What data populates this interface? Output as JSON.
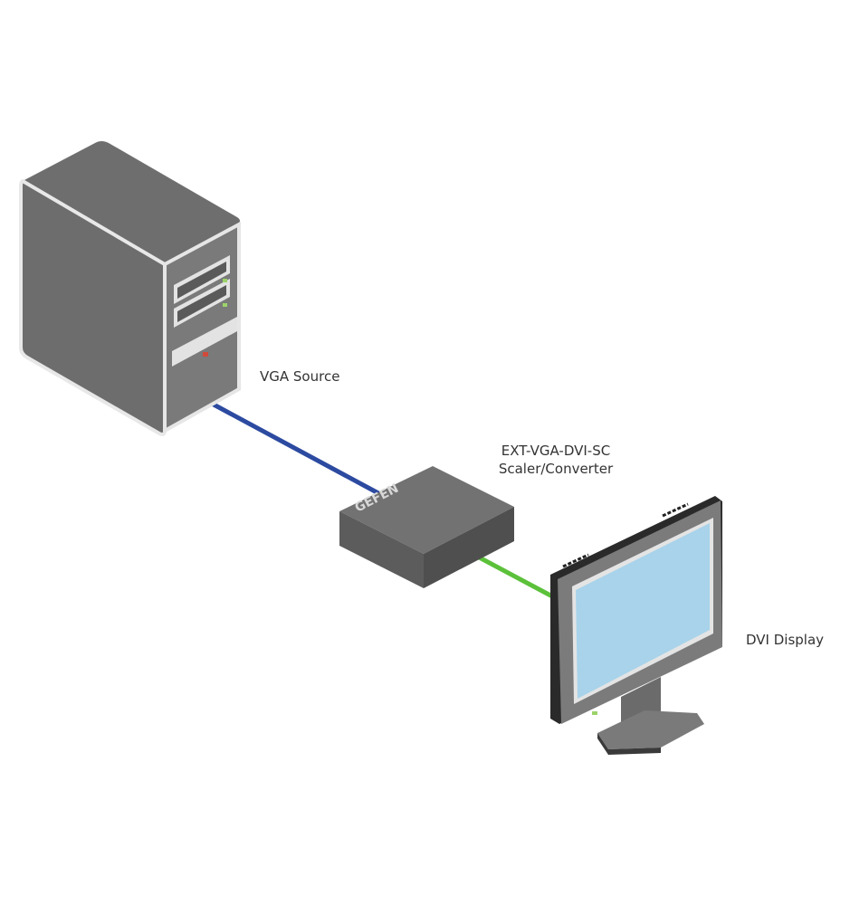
{
  "diagram": {
    "nodes": [
      {
        "id": "source",
        "label": "VGA Source",
        "type": "tower-computer"
      },
      {
        "id": "scaler",
        "label_line1": "EXT-VGA-DVI-SC",
        "label_line2": "Scaler/Converter",
        "brand": "GEFEN",
        "type": "scaler-box"
      },
      {
        "id": "display",
        "label": "DVI Display",
        "type": "monitor"
      }
    ],
    "edges": [
      {
        "from": "source",
        "to": "scaler",
        "signal": "VGA",
        "color": "#2c4aa0"
      },
      {
        "from": "scaler",
        "to": "display",
        "signal": "DVI",
        "color": "#5cc13a"
      }
    ]
  }
}
